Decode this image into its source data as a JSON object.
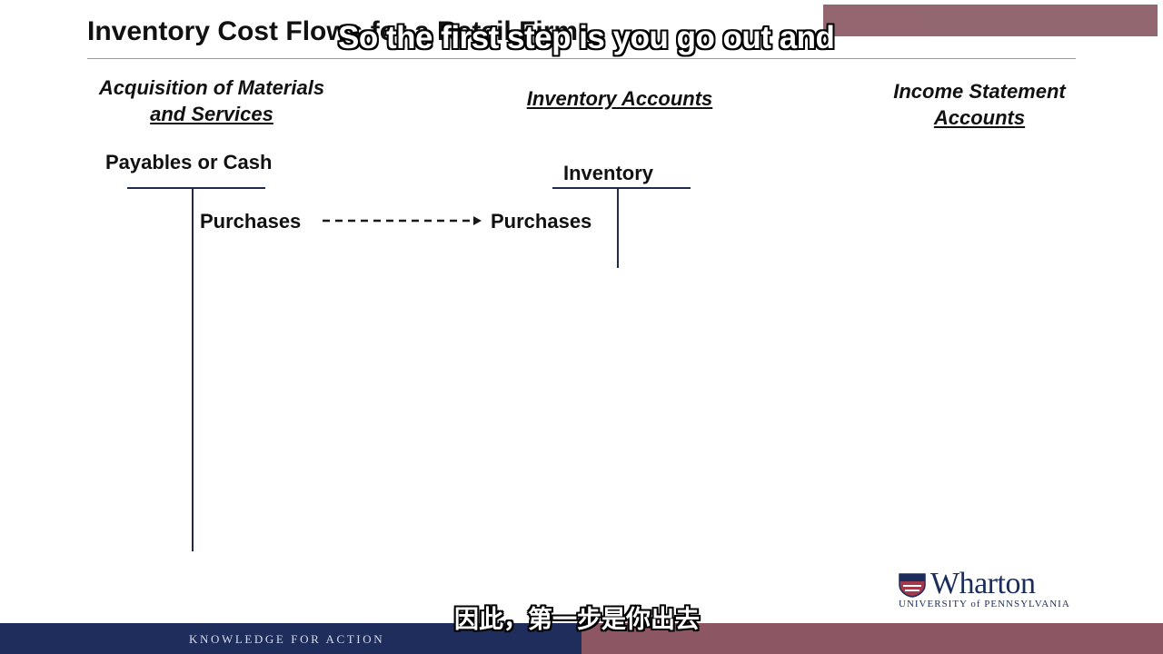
{
  "slide": {
    "title": "Inventory Cost Flows for a Retail Firm",
    "watermark_text": " "
  },
  "columns": {
    "acquisition": {
      "line1": "Acquisition of Materials",
      "line2": "and Services"
    },
    "inventory": {
      "line1": "Inventory Accounts"
    },
    "income": {
      "line1": "Income Statement",
      "line2": "Accounts"
    }
  },
  "accounts": {
    "payables": {
      "name": "Payables or Cash",
      "entry": "Purchases"
    },
    "inventory": {
      "name": "Inventory",
      "entry": "Purchases"
    }
  },
  "logo": {
    "wordmark": "Wharton",
    "university": "UNIVERSITY of PENNSYLVANIA"
  },
  "footer": {
    "tagline": "KNOWLEDGE FOR ACTION"
  },
  "subtitles": {
    "english": "So the first step is you go out and",
    "chinese": "因此，第一步是你出去"
  },
  "colors": {
    "footer_navy": "#1f2d5c",
    "footer_maroon": "#8c5762",
    "t_account_lines": "#1f2a4d"
  },
  "icons": {
    "flow_arrow": "dashed-right-arrow-icon",
    "logo_shield": "wharton-shield-icon"
  }
}
